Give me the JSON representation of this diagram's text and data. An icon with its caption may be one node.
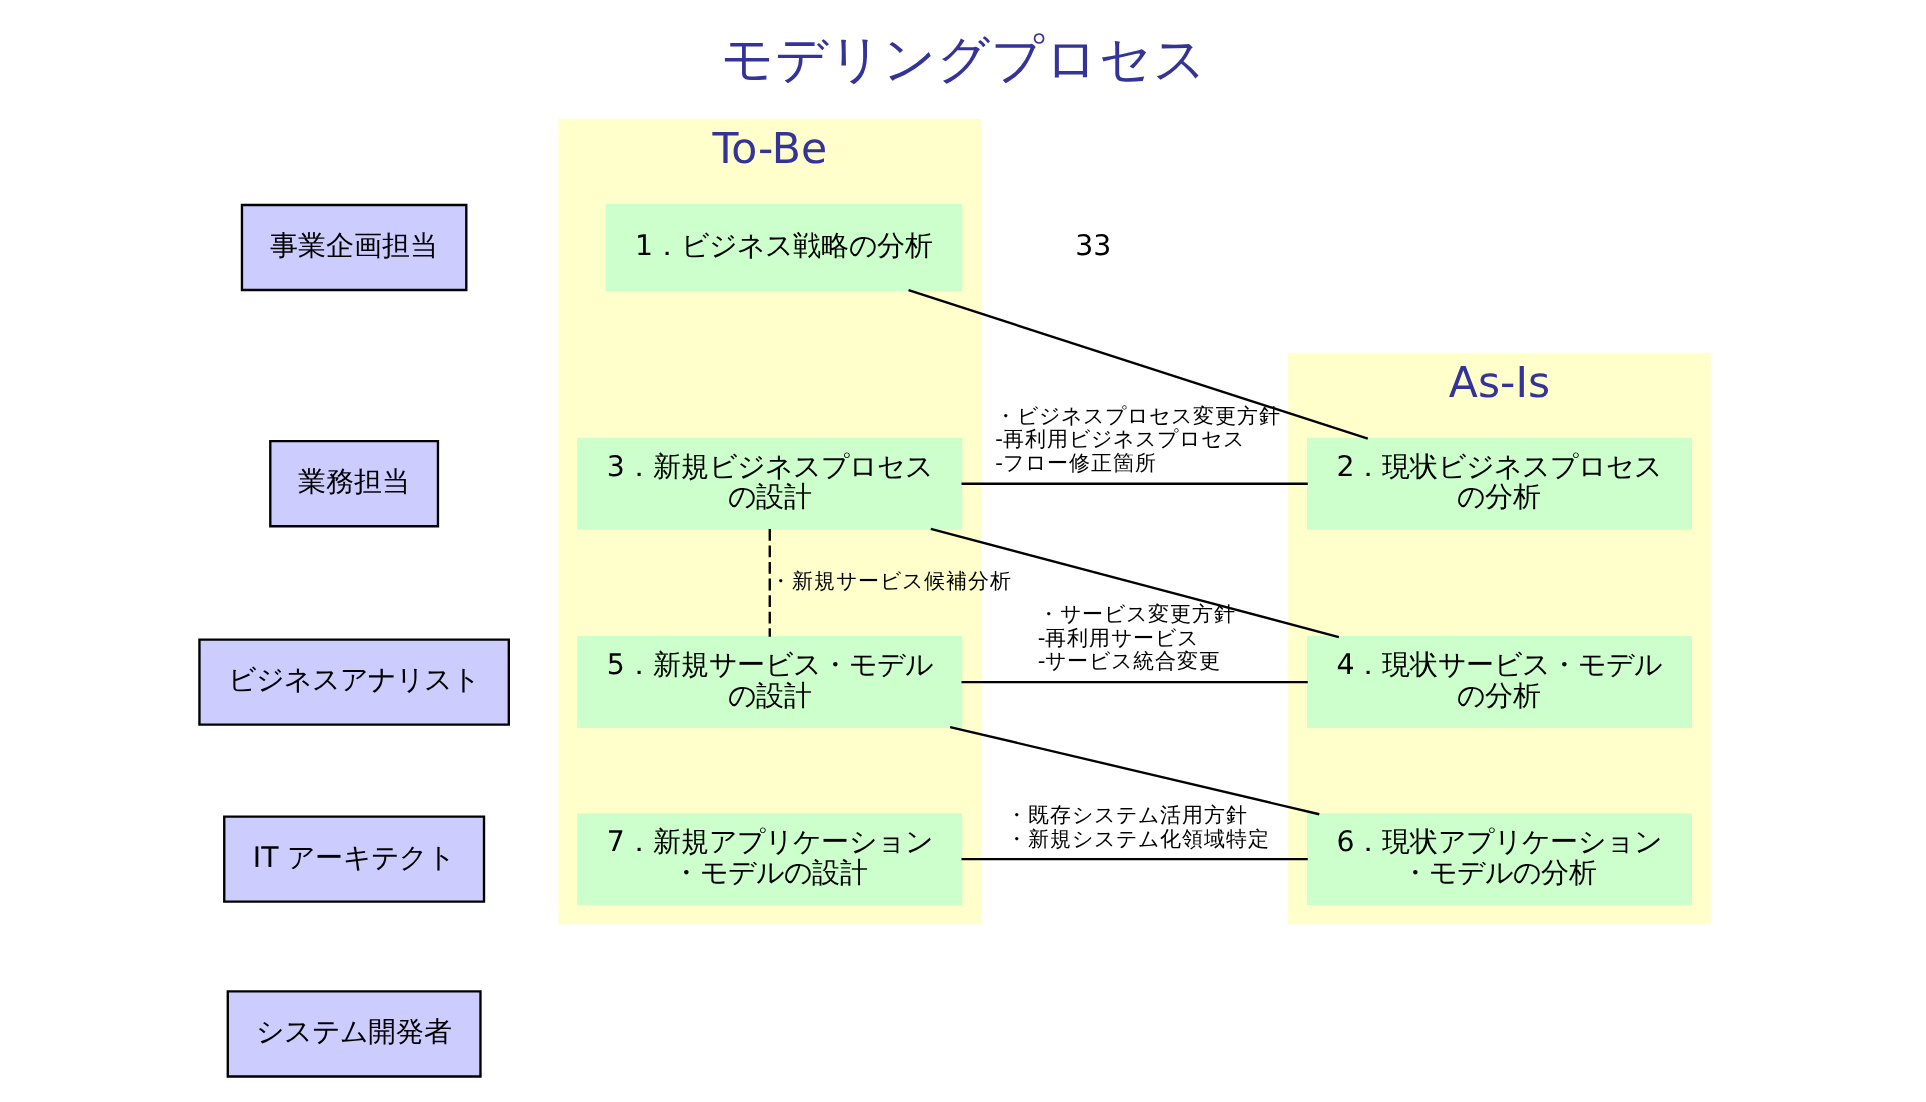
{
  "diagram": {
    "title": "モデリングプロセス",
    "nodes": [
      {
        "text": [
          "事業企画担当"
        ]
      },
      {
        "text": [
          "業務担当"
        ]
      },
      {
        "text": [
          "ビジネスアナリスト"
        ]
      },
      {
        "text": [
          "IT アーキテクト"
        ]
      },
      {
        "text": [
          "システム開発者"
        ]
      },
      {
        "text": [
          "As-Is"
        ]
      },
      {
        "text": [
          "To-Be"
        ]
      },
      {
        "text": [
          "1．ビジネス戦略の分析"
        ],
        "in": 6
      },
      {
        "text": [
          "2．現状ビジネスプロセスの分析"
        ],
        "in": 5
      },
      {
        "text": [
          "3．新規ビジネスプロセスの設計"
        ],
        "in": 6
      },
      {
        "text": [
          "4．現状サービス・モデルの分析"
        ],
        "in": 5
      },
      {
        "text": [
          "5．新規サービス・モデルの設計"
        ],
        "in": 6
      },
      {
        "text": [
          "6．現状アプリケーション・モデルの分析"
        ],
        "in": 5
      },
      {
        "text": [
          "7．新規アプリケーション・モデルの設計"
        ],
        "in": 6
      }
    ],
    "edges": [
      {
        "from": 7,
        "to": 8,
        "arrow": "none"
      },
      {
        "from": 8,
        "to": 9,
        "arrow": "none",
        "label": "・ビジネスプロセス変更方針-再利用ビジネスプロセス-フロー修正箇所"
      },
      {
        "from": 9,
        "to": 10,
        "arrow": "none"
      },
      {
        "from": 9,
        "to": 11,
        "arrow": "none",
        "style": "dashed",
        "label": "・新規サービス候補分析"
      },
      {
        "from": 10,
        "to": 11,
        "arrow": "none",
        "label": "・サービス変更方針-再利用サービス-サービス統合変更"
      },
      {
        "from": 11,
        "to": 12,
        "arrow": "none"
      },
      {
        "from": 12,
        "to": 13,
        "arrow": "none",
        "label": "・既存システム活用方針・新規システム化領域特定"
      }
    ],
    "labels": [
      "33"
    ]
  }
}
